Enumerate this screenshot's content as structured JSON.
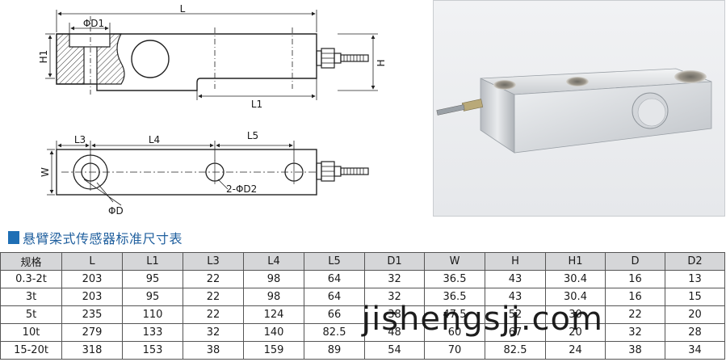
{
  "drawing": {
    "top_view": {
      "dim_length": "L",
      "dim_phi_d1": "ΦD1",
      "dim_h1": "H1",
      "dim_l1": "L1",
      "dim_h": "H"
    },
    "plan_view": {
      "dim_l3": "L3",
      "dim_l4": "L4",
      "dim_l5": "L5",
      "dim_w": "W",
      "dim_two_phi_d2": "2-ΦD2",
      "dim_phi_d": "ΦD"
    }
  },
  "photo": {
    "subject": "shear beam load cell"
  },
  "table_title": "悬臂梁式传感器标准尺寸表",
  "table": {
    "headers": [
      "规格",
      "L",
      "L1",
      "L3",
      "L4",
      "L5",
      "D1",
      "W",
      "H",
      "H1",
      "D",
      "D2"
    ],
    "rows": [
      [
        "0.3-2t",
        "203",
        "95",
        "22",
        "98",
        "64",
        "32",
        "36.5",
        "43",
        "30.4",
        "16",
        "13"
      ],
      [
        "3t",
        "203",
        "95",
        "22",
        "98",
        "64",
        "32",
        "36.5",
        "43",
        "30.4",
        "16",
        "15"
      ],
      [
        "5t",
        "235",
        "110",
        "22",
        "124",
        "66",
        "38",
        "47.5",
        "52",
        "30",
        "22",
        "20"
      ],
      [
        "10t",
        "279",
        "133",
        "32",
        "140",
        "82.5",
        "48",
        "60",
        "67",
        "20",
        "32",
        "28"
      ],
      [
        "15-20t",
        "318",
        "153",
        "38",
        "159",
        "89",
        "54",
        "70",
        "82.5",
        "24",
        "38",
        "34"
      ]
    ]
  },
  "watermark": "jishengsjj.com",
  "colors": {
    "title_blue": "#1f5f9e",
    "title_square": "#1f6fb5",
    "header_bg": "#d5d6d8"
  }
}
